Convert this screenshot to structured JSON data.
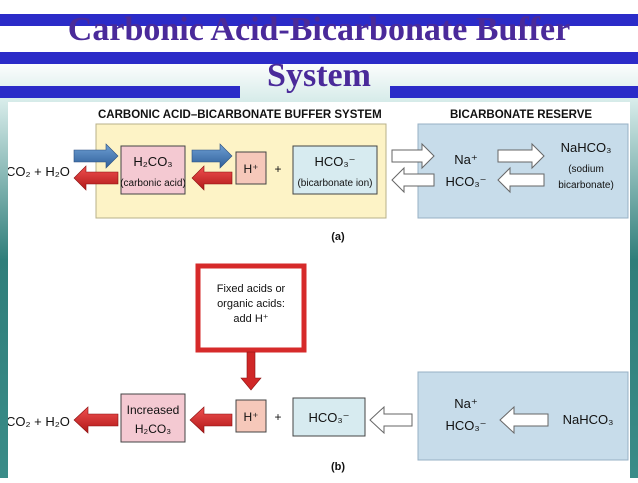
{
  "slide": {
    "title_line1": "Carbonic Acid-Bicarbonate Buffer",
    "title_line2": "System"
  },
  "diagram": {
    "header_left": "CARBONIC ACID–BICARBONATE BUFFER SYSTEM",
    "header_right": "BICARBONATE RESERVE",
    "part_a": {
      "lhs": "CO₂ + H₂O",
      "h2co3": "H₂CO₃",
      "h2co3_caption": "(carbonic acid)",
      "hplus": "H⁺",
      "plus": "+",
      "hco3": "HCO₃⁻",
      "hco3_caption": "(bicarbonate ion)",
      "na": "Na⁺",
      "hco3_reserve": "HCO₃⁻",
      "nahco3": "NaHCO₃",
      "nahco3_caption_1": "(sodium",
      "nahco3_caption_2": "bicarbonate)",
      "label": "(a)"
    },
    "fixed_acids": [
      "Fixed acids or",
      "organic acids:",
      "add H⁺"
    ],
    "part_b": {
      "lhs": "CO₂ + H₂O",
      "increased_1": "Increased",
      "increased_2": "H₂CO₃",
      "hplus": "H⁺",
      "plus": "+",
      "hco3": "HCO₃⁻",
      "na": "Na⁺",
      "hco3_reserve": "HCO₃⁻",
      "nahco3": "NaHCO₃",
      "label": "(b)"
    },
    "colors": {
      "buffer_box": "#fdf3c6",
      "reserve_box": "#c7dcea",
      "blue_arrow": "#3f78b4",
      "red_arrow": "#d02727",
      "title": "#4a2a9a",
      "band": "#2b2bc8"
    }
  }
}
